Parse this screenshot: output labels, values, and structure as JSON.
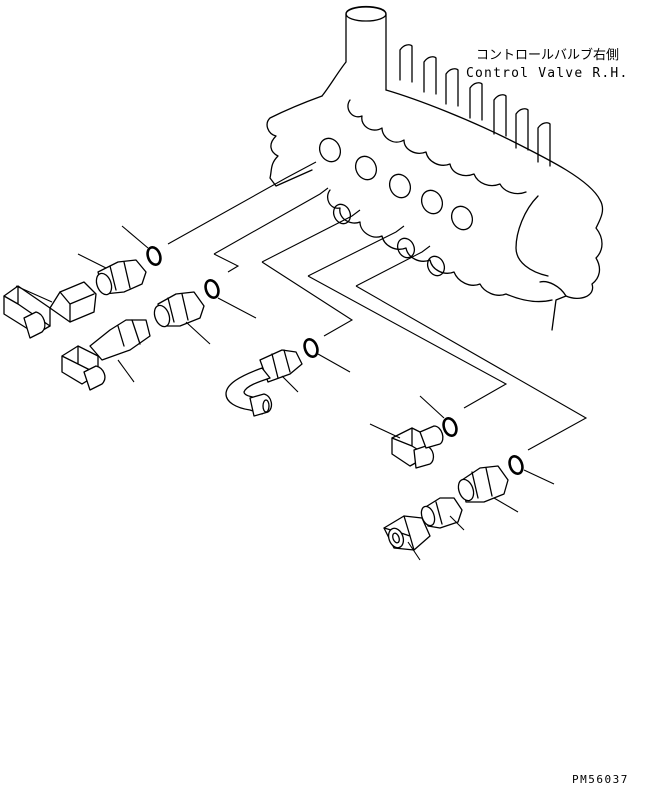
{
  "labels": {
    "title_jp": "コントロールバルブ右側",
    "title_en": "Control Valve R.H.",
    "drawing_number": "PM56037"
  },
  "colors": {
    "line": "#000000",
    "background": "#ffffff"
  }
}
